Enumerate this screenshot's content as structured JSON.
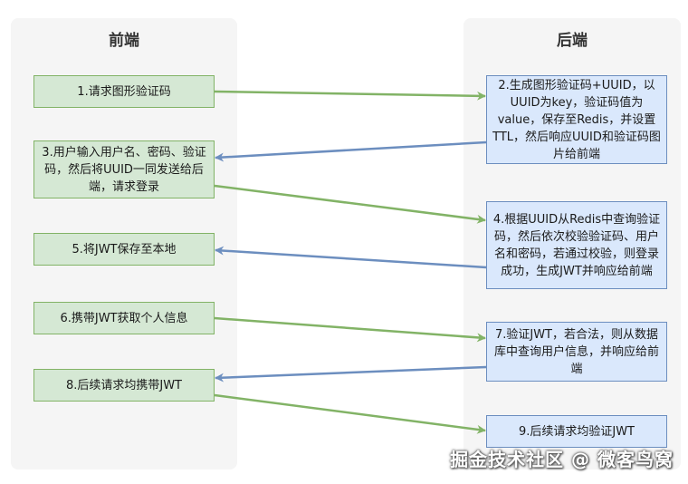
{
  "lanes": {
    "frontend": "前端",
    "backend": "后端"
  },
  "steps": {
    "s1": "1.请求图形验证码",
    "s2": "2.生成图形验证码+UUID，以UUID为key，验证码值为value，保存至Redis，并设置TTL，然后响应UUID和验证码图片给前端",
    "s3": "3.用户输入用户名、密码、验证码，然后将UUID一同发送给后端，请求登录",
    "s4": "4.根据UUID从Redis中查询验证码，然后依次校验验证码、用户名和密码，若通过校验，则登录成功，生成JWT并响应给前端",
    "s5": "5.将JWT保存至本地",
    "s6": "6.携带JWT获取个人信息",
    "s7": "7.验证JWT，若合法，则从数据库中查询用户信息，并响应给前端",
    "s8": "8.后续请求均携带JWT",
    "s9": "9.后续请求均验证JWT"
  },
  "colors": {
    "green_fill": "#d5e8d4",
    "green_stroke": "#82b366",
    "blue_fill": "#dae8fc",
    "blue_stroke": "#6c8ebf"
  },
  "watermark": "掘金技术社区 @ 微客鸟窝"
}
